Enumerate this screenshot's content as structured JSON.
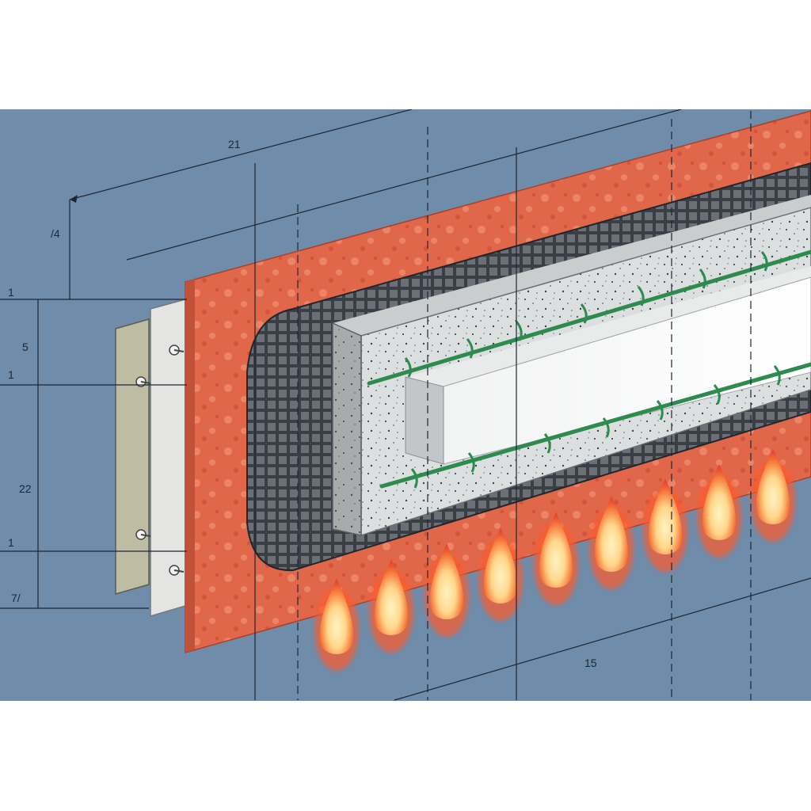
{
  "colors": {
    "background": "#6f8cab",
    "fire_protection_layer": "#e0674a",
    "mesh": "#2b2f36",
    "concrete_core": "#d8dcdc",
    "rebar": "#2e8b4e",
    "flame_outer": "#f0552a",
    "flame_inner": "#ffe9a8",
    "board_outer": "#bdbba0",
    "board_inner": "#e2e2de"
  },
  "dimensions": {
    "top_length": "21",
    "top_offset": "/4",
    "layer_1_a": "1",
    "layer_5": "5",
    "layer_1_b": "1",
    "layer_22": "22",
    "layer_1_c": "1",
    "layer_bottom": "7/",
    "bottom_length": "15"
  },
  "icons": {
    "fasteners": "bolt-icon",
    "fire": "flame-icon"
  }
}
